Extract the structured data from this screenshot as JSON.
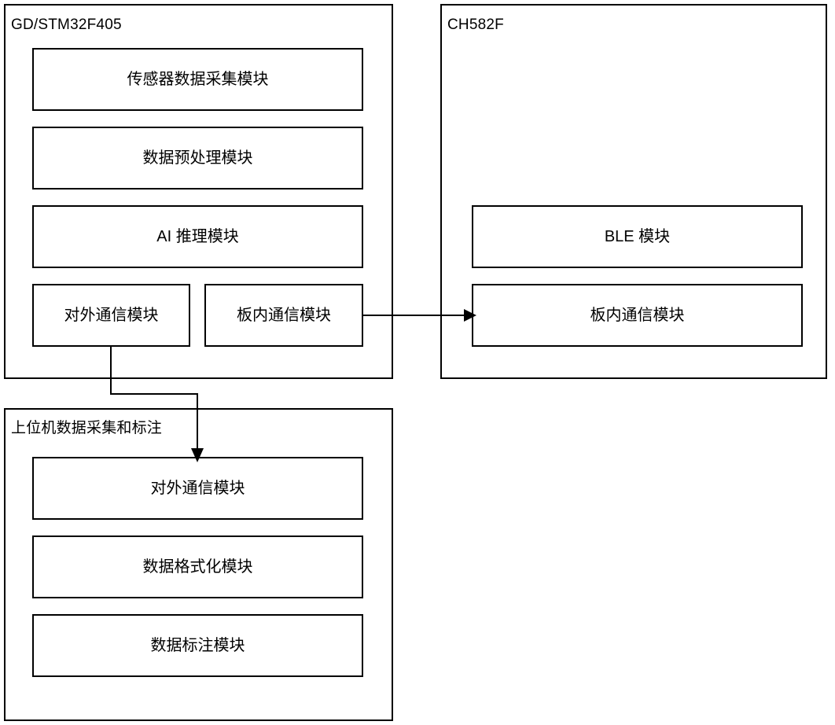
{
  "diagram": {
    "type": "block-diagram",
    "background_color": "#ffffff",
    "line_color": "#000000",
    "panels": [
      {
        "id": "mcu-main",
        "title": "GD/STM32F405",
        "blocks": [
          {
            "id": "sensor-acquisition",
            "label": "传感器数据采集模块"
          },
          {
            "id": "data-preprocessing",
            "label": "数据预处理模块"
          },
          {
            "id": "ai-inference",
            "label": "AI 推理模块"
          },
          {
            "id": "external-comm",
            "label": "对外通信模块"
          },
          {
            "id": "onboard-comm",
            "label": "板内通信模块"
          }
        ]
      },
      {
        "id": "mcu-ble",
        "title": "CH582F",
        "blocks": [
          {
            "id": "ble-module",
            "label": "BLE 模块"
          },
          {
            "id": "onboard-comm-ble",
            "label": "板内通信模块"
          }
        ]
      },
      {
        "id": "host-pc",
        "title": "上位机数据采集和标注",
        "blocks": [
          {
            "id": "host-external-comm",
            "label": "对外通信模块"
          },
          {
            "id": "data-formatting",
            "label": "数据格式化模块"
          },
          {
            "id": "data-labeling",
            "label": "数据标注模块"
          }
        ]
      }
    ],
    "connections": [
      {
        "id": "onboard-to-ble",
        "from": "onboard-comm",
        "to": "onboard-comm-ble",
        "direction": "right",
        "arrow": "single"
      },
      {
        "id": "external-to-host",
        "from": "external-comm",
        "to": "host-external-comm",
        "direction": "down",
        "arrow": "single"
      }
    ]
  }
}
